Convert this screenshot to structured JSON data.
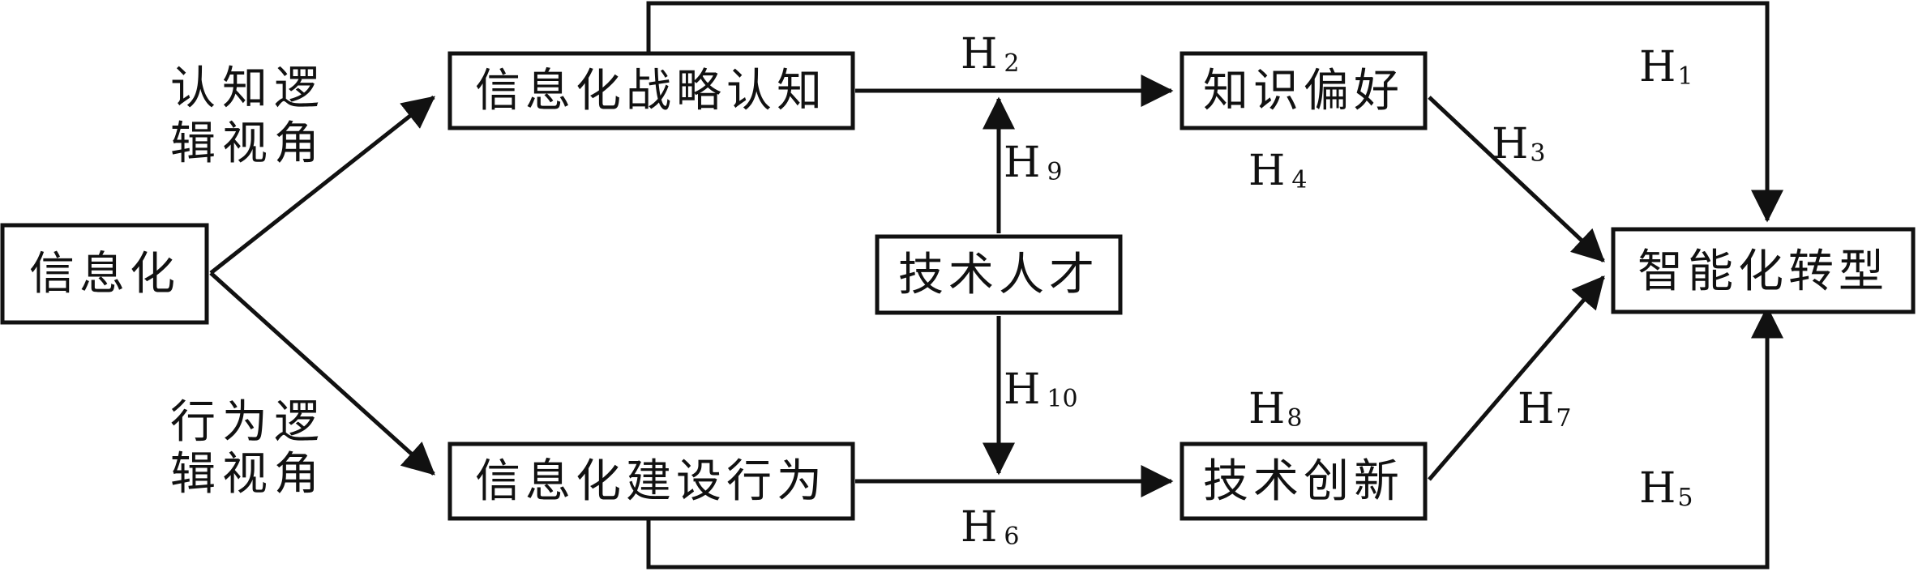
{
  "nodes": {
    "informatization": "信息化",
    "strategy_cognition": "信息化战略认知",
    "construction_behavior": "信息化建设行为",
    "knowledge_preference": "知识偏好",
    "tech_innovation": "技术创新",
    "tech_talent": "技术人才",
    "intelligent_transformation": "智能化转型"
  },
  "perspectives": {
    "cognitive_line1": "认知逻",
    "cognitive_line2": "辑视角",
    "behavior_line1": "行为逻",
    "behavior_line2": "辑视角"
  },
  "hypotheses": {
    "h1": {
      "main": "H",
      "sub": "1"
    },
    "h2": {
      "main": "H",
      "sub": "2"
    },
    "h3": {
      "main": "H",
      "sub": "3"
    },
    "h4": {
      "main": "H",
      "sub": "4"
    },
    "h5": {
      "main": "H",
      "sub": "5"
    },
    "h6": {
      "main": "H",
      "sub": "6"
    },
    "h7": {
      "main": "H",
      "sub": "7"
    },
    "h8": {
      "main": "H",
      "sub": "8"
    },
    "h9": {
      "main": "H",
      "sub": "9"
    },
    "h10": {
      "main": "H",
      "sub": "10"
    }
  }
}
